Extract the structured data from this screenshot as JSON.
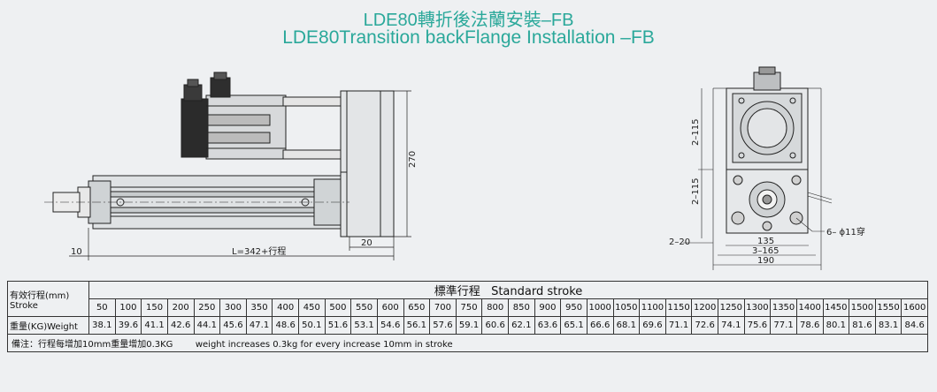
{
  "title_zh": "LDE80轉折後法蘭安裝–FB",
  "title_en": "LDE80Transition  backFlange Installation –FB",
  "side_view": {
    "dim_height": "270",
    "dim_left": "10",
    "dim_length": "L=342+行程",
    "dim_small": "20"
  },
  "end_view": {
    "dim_upper_pitch": "2–115",
    "dim_lower_pitch": "2–115",
    "dim_left_offset": "2–20",
    "dim_135": "135",
    "dim_165": "3–165",
    "dim_190": "190",
    "hole_callout": "6– ϕ11穿"
  },
  "table": {
    "stroke_label_zh": "有效行程(mm)",
    "stroke_label_en": "Stroke",
    "header": "標準行程   Standard stroke",
    "weight_label": "重量(KG)Weight",
    "strokes": [
      "50",
      "100",
      "150",
      "200",
      "250",
      "300",
      "350",
      "400",
      "450",
      "500",
      "550",
      "600",
      "650",
      "700",
      "750",
      "800",
      "850",
      "900",
      "950",
      "1000",
      "1050",
      "1100",
      "1150",
      "1200",
      "1250",
      "1300",
      "1350",
      "1400",
      "1450",
      "1500",
      "1550",
      "1600"
    ],
    "weights": [
      "38.1",
      "39.6",
      "41.1",
      "42.6",
      "44.1",
      "45.6",
      "47.1",
      "48.6",
      "50.1",
      "51.6",
      "53.1",
      "54.6",
      "56.1",
      "57.6",
      "59.1",
      "60.6",
      "62.1",
      "63.6",
      "65.1",
      "66.6",
      "68.1",
      "69.6",
      "71.1",
      "72.6",
      "74.1",
      "75.6",
      "77.1",
      "78.6",
      "80.1",
      "81.6",
      "83.1",
      "84.6"
    ],
    "note": "備注：行程每增加10mm重量增加0.3KG        weight increases 0.3kg for every increase 10mm in stroke"
  }
}
